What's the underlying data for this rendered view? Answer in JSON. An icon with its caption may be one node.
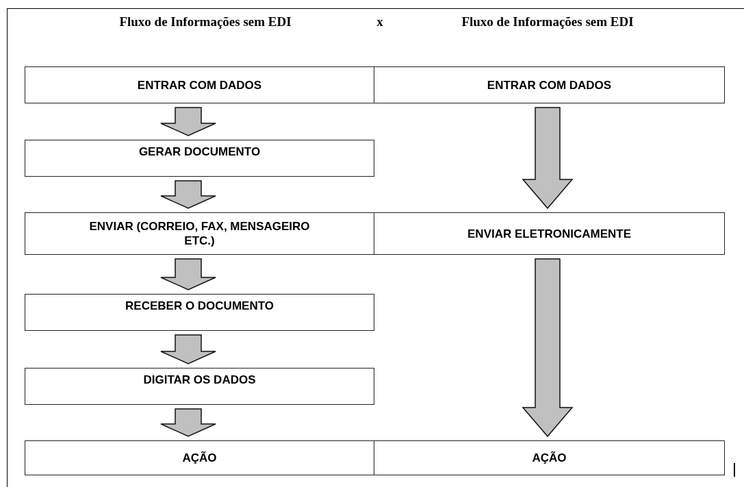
{
  "diagram": {
    "nodes": [
      {
        "text": [
          "ENTRAR COM DADOS"
        ]
      },
      {
        "text": [
          "ENTRAR COM DADOS"
        ]
      },
      {
        "text": [
          "GERAR DOCUMENTO"
        ]
      },
      {
        "text": [
          "ENVIAR (CORREIO, FAX, MENSAGEIRO ETC.)"
        ]
      },
      {
        "text": [
          "ENVIAR ELETRONICAMENTE"
        ]
      },
      {
        "text": [
          "RECEBER O DOCUMENTO"
        ]
      },
      {
        "text": [
          "DIGITAR OS DADOS"
        ]
      },
      {
        "text": [
          "AÇÃO"
        ]
      },
      {
        "text": [
          "AÇÃO"
        ]
      }
    ],
    "edges": [
      {
        "from": 0,
        "to": 2,
        "arrow": "to"
      },
      {
        "from": 2,
        "to": 3,
        "arrow": "to"
      },
      {
        "from": 3,
        "to": 5,
        "arrow": "to"
      },
      {
        "from": 5,
        "to": 6,
        "arrow": "to"
      },
      {
        "from": 6,
        "to": 7,
        "arrow": "to"
      },
      {
        "from": 1,
        "to": 4,
        "arrow": "to"
      },
      {
        "from": 4,
        "to": 8,
        "arrow": "to"
      }
    ],
    "labels": [
      "Fluxo de Informações sem EDI",
      "x",
      "Fluxo de Informações sem EDI"
    ]
  }
}
